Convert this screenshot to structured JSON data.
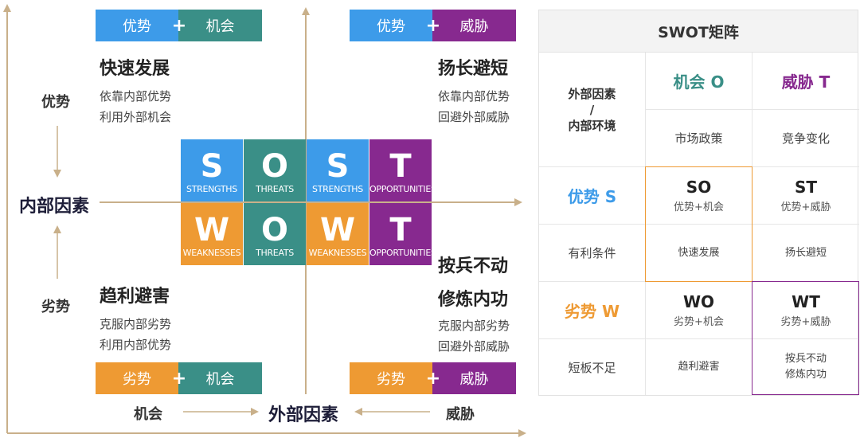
{
  "colors": {
    "blue": "#3d9be9",
    "teal": "#3a8f87",
    "orange": "#ee9a33",
    "purple": "#87298f",
    "axis": "#c9b08a"
  },
  "combos": {
    "top_left": {
      "left": "优势",
      "plus": "+",
      "right": "机会"
    },
    "top_right": {
      "left": "优势",
      "plus": "+",
      "right": "威胁"
    },
    "bottom_left": {
      "left": "劣势",
      "plus": "+",
      "right": "机会"
    },
    "bottom_right": {
      "left": "劣势",
      "plus": "+",
      "right": "威胁"
    }
  },
  "quadrants": {
    "top_left": {
      "heading": "快速发展",
      "line1": "依靠内部优势",
      "line2": "利用外部机会"
    },
    "top_right": {
      "heading": "扬长避短",
      "line1": "依靠内部优势",
      "line2": "回避外部威胁"
    },
    "bottom_left": {
      "heading": "趋利避害",
      "line1": "克服内部劣势",
      "line2": "利用内部优势"
    },
    "bottom_right": {
      "heading1": "按兵不动",
      "heading2": "修炼内功",
      "line1": "克服内部劣势",
      "line2": "回避外部威胁"
    }
  },
  "axis": {
    "left_top": "优势",
    "left_mid": "内部因素",
    "left_bottom": "劣势",
    "bottom_left": "机会",
    "bottom_mid": "外部因素",
    "bottom_right": "威胁"
  },
  "tiles": {
    "row1": [
      {
        "letter": "S",
        "word": "STRENGTHS"
      },
      {
        "letter": "O",
        "word": "THREATS"
      },
      {
        "letter": "S",
        "word": "STRENGTHS"
      },
      {
        "letter": "T",
        "word": "OPPORTUNITIES"
      }
    ],
    "row2": [
      {
        "letter": "W",
        "word": "WEAKNESSES"
      },
      {
        "letter": "O",
        "word": "THREATS"
      },
      {
        "letter": "W",
        "word": "WEAKNESSES"
      },
      {
        "letter": "T",
        "word": "OPPORTUNITIES"
      }
    ]
  },
  "table": {
    "title": "SWOT矩阵",
    "corner_line1": "外部因素",
    "corner_line2": "/",
    "corner_line3": "内部环境",
    "opp": "机会 O",
    "threat": "威胁 T",
    "opp_sub": "市场政策",
    "threat_sub": "竞争变化",
    "strength": "优势 S",
    "strength_sub": "有利条件",
    "weak": "劣势 W",
    "weak_sub": "短板不足",
    "so": {
      "title": "SO",
      "sub": "优势+机会",
      "desc": "快速发展"
    },
    "st": {
      "title": "ST",
      "sub": "优势+威胁",
      "desc": "扬长避短"
    },
    "wo": {
      "title": "WO",
      "sub": "劣势+机会",
      "desc": "趋利避害"
    },
    "wt": {
      "title": "WT",
      "sub": "劣势+威胁",
      "desc1": "按兵不动",
      "desc2": "修炼内功"
    }
  }
}
